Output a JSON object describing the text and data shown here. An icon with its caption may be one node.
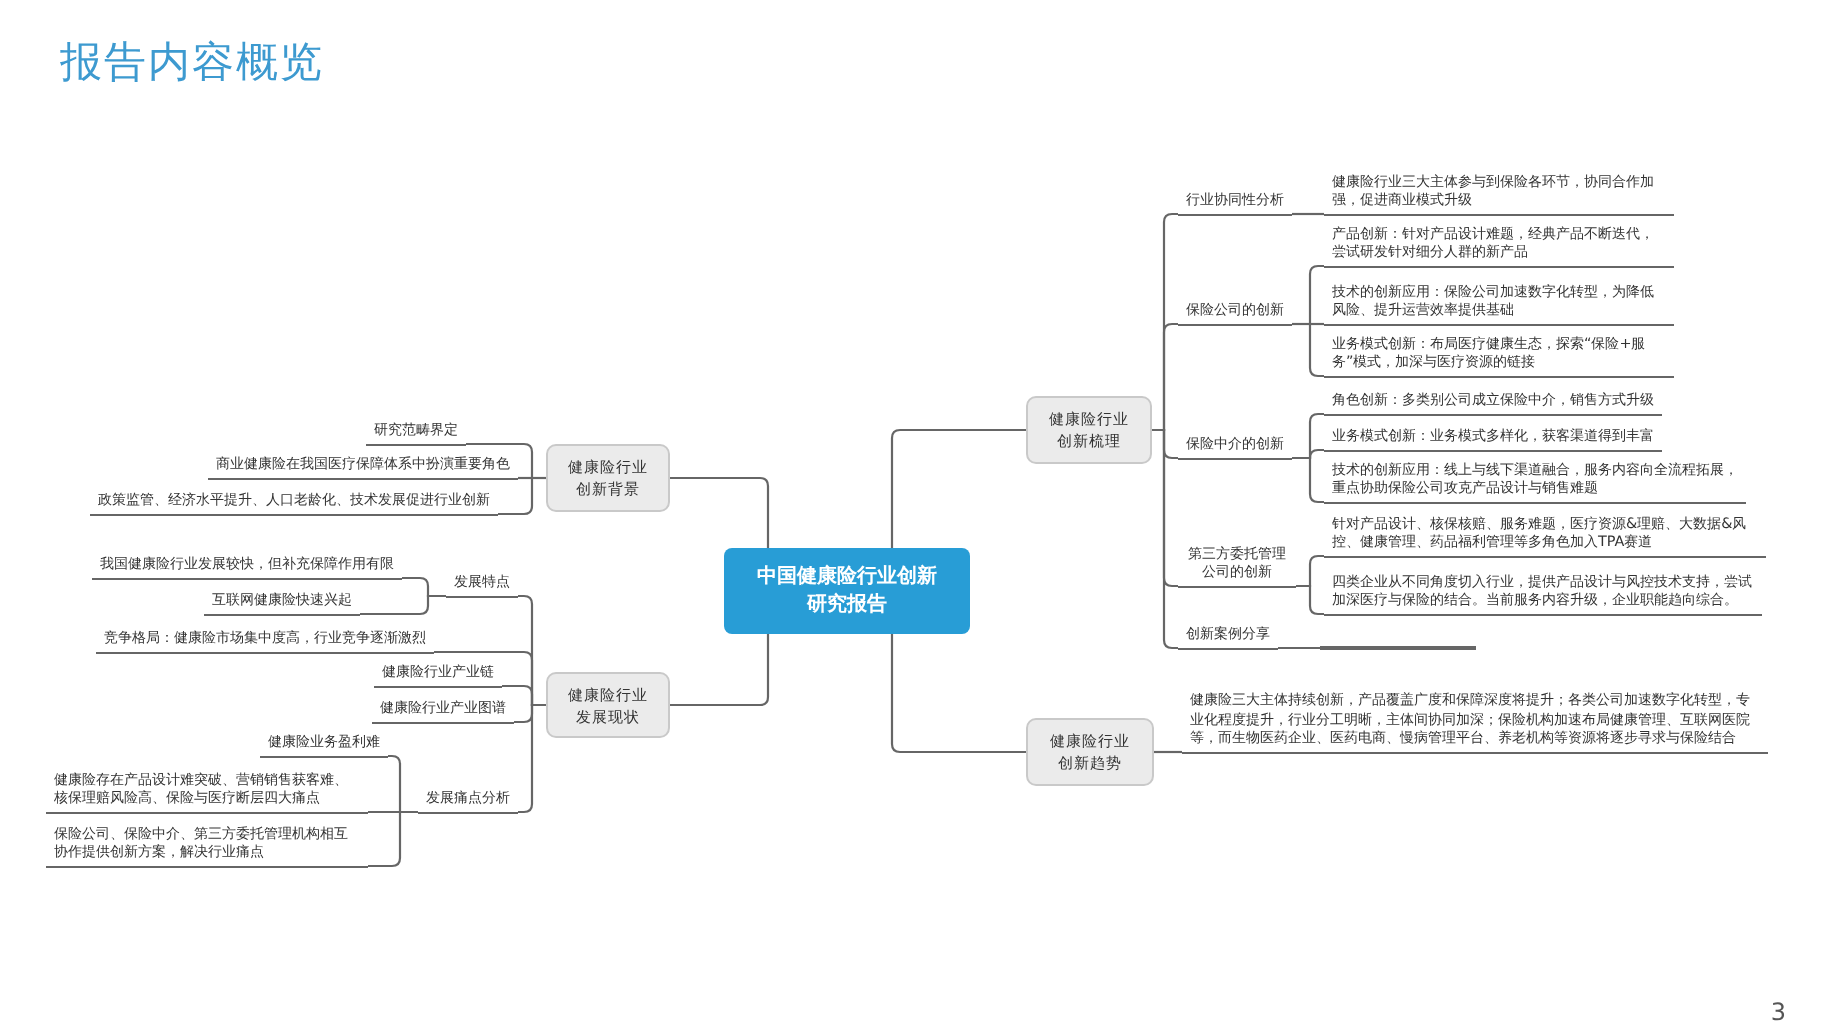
{
  "diagram": {
    "title": "报告内容概览",
    "nodes": [
      {
        "text": [
          "中国健康险行业创新研究报告"
        ]
      },
      {
        "text": [
          "健康险行业创新背景"
        ]
      },
      {
        "text": [
          "研究范畴界定"
        ]
      },
      {
        "text": [
          "商业健康险在我国医疗保障体系中扮演重要角色"
        ]
      },
      {
        "text": [
          "政策监管、经济水平提升、人口老龄化、技术发展促进行业创新"
        ]
      },
      {
        "text": [
          "健康险行业发展现状"
        ]
      },
      {
        "text": [
          "发展特点"
        ]
      },
      {
        "text": [
          "我国健康险行业发展较快，但补充保障作用有限"
        ]
      },
      {
        "text": [
          "互联网健康险快速兴起"
        ]
      },
      {
        "text": [
          "竞争格局：健康险市场集中度高，行业竞争逐渐激烈"
        ]
      },
      {
        "text": [
          "健康险行业产业链"
        ]
      },
      {
        "text": [
          "健康险行业产业图谱"
        ]
      },
      {
        "text": [
          "发展痛点分析"
        ]
      },
      {
        "text": [
          "健康险业务盈利难"
        ]
      },
      {
        "text": [
          "健康险存在产品设计难突破、营销销售获客难、核保理赔风险高、保险与医疗断层四大痛点"
        ]
      },
      {
        "text": [
          "保险公司、保险中介、第三方委托管理机构相互协作提供创新方案，解决行业痛点"
        ]
      },
      {
        "text": [
          "健康险行业创新梳理"
        ]
      },
      {
        "text": [
          "行业协同性分析"
        ]
      },
      {
        "text": [
          "健康险行业三大主体参与到保险各环节，协同合作加强，促进商业模式升级"
        ]
      },
      {
        "text": [
          "保险公司的创新"
        ]
      },
      {
        "text": [
          "产品创新：针对产品设计难题，经典产品不断迭代，尝试研发针对细分人群的新产品"
        ]
      },
      {
        "text": [
          "技术的创新应用：保险公司加速数字化转型，为降低风险、提升运营效率提供基础"
        ]
      },
      {
        "text": [
          "业务模式创新：布局医疗健康生态，探索“保险+服务”模式，加深与医疗资源的链接"
        ]
      },
      {
        "text": [
          "保险中介的创新"
        ]
      },
      {
        "text": [
          "角色创新：多类别公司成立保险中介，销售方式升级"
        ]
      },
      {
        "text": [
          "业务模式创新：业务模式多样化，获客渠道得到丰富"
        ]
      },
      {
        "text": [
          "技术的创新应用：线上与线下渠道融合，服务内容向全流程拓展，重点协助保险公司攻克产品设计与销售难题"
        ]
      },
      {
        "text": [
          "第三方委托管理公司的创新"
        ]
      },
      {
        "text": [
          "针对产品设计、核保核赔、服务难题，医疗资源&理赔、大数据&风控、健康管理、药品福利管理等多角色加入TPA赛道"
        ]
      },
      {
        "text": [
          "四类企业从不同角度切入行业，提供产品设计与风控技术支持，尝试加深医疗与保险的结合。当前服务内容升级，企业职能趋向综合。"
        ]
      },
      {
        "text": [
          "创新案例分享"
        ]
      },
      {
        "text": [],
        "shape": "line"
      },
      {
        "text": [
          "健康险行业创新趋势"
        ]
      },
      {
        "text": [
          "健康险三大主体持续创新，产品覆盖广度和保障深度将提升；各类公司加速数字化转型，专业化程度提升，行业分工明晰，主体间协同加深；保险机构加速布局健康管理、互联网医院等，而生物医药企业、医药电商、慢病管理平台、养老机构等资源将逐步寻求与保险结合"
        ]
      }
    ],
    "edges": [
      {
        "from": 0,
        "to": 1,
        "arrow": "none"
      },
      {
        "from": 0,
        "to": 5,
        "arrow": "none"
      },
      {
        "from": 0,
        "to": 16,
        "arrow": "none"
      },
      {
        "from": 0,
        "to": 32,
        "arrow": "none"
      },
      {
        "from": 1,
        "to": 2,
        "arrow": "none"
      },
      {
        "from": 1,
        "to": 3,
        "arrow": "none"
      },
      {
        "from": 1,
        "to": 4,
        "arrow": "none"
      },
      {
        "from": 5,
        "to": 6,
        "arrow": "none"
      },
      {
        "from": 5,
        "to": 9,
        "arrow": "none"
      },
      {
        "from": 5,
        "to": 10,
        "arrow": "none"
      },
      {
        "from": 5,
        "to": 11,
        "arrow": "none"
      },
      {
        "from": 5,
        "to": 12,
        "arrow": "none"
      },
      {
        "from": 6,
        "to": 7,
        "arrow": "none"
      },
      {
        "from": 6,
        "to": 8,
        "arrow": "none"
      },
      {
        "from": 12,
        "to": 13,
        "arrow": "none"
      },
      {
        "from": 12,
        "to": 14,
        "arrow": "none"
      },
      {
        "from": 12,
        "to": 15,
        "arrow": "none"
      },
      {
        "from": 16,
        "to": 17,
        "arrow": "none"
      },
      {
        "from": 16,
        "to": 19,
        "arrow": "none"
      },
      {
        "from": 16,
        "to": 23,
        "arrow": "none"
      },
      {
        "from": 16,
        "to": 27,
        "arrow": "none"
      },
      {
        "from": 16,
        "to": 30,
        "arrow": "none"
      },
      {
        "from": 17,
        "to": 18,
        "arrow": "none"
      },
      {
        "from": 19,
        "to": 20,
        "arrow": "none"
      },
      {
        "from": 19,
        "to": 21,
        "arrow": "none"
      },
      {
        "from": 19,
        "to": 22,
        "arrow": "none"
      },
      {
        "from": 23,
        "to": 24,
        "arrow": "none"
      },
      {
        "from": 23,
        "to": 25,
        "arrow": "none"
      },
      {
        "from": 23,
        "to": 26,
        "arrow": "none"
      },
      {
        "from": 27,
        "to": 28,
        "arrow": "none"
      },
      {
        "from": 27,
        "to": 29,
        "arrow": "none"
      },
      {
        "from": 30,
        "to": 31,
        "arrow": "none"
      },
      {
        "from": 32,
        "to": 33,
        "arrow": "none"
      }
    ],
    "labels": [
      "3"
    ]
  }
}
